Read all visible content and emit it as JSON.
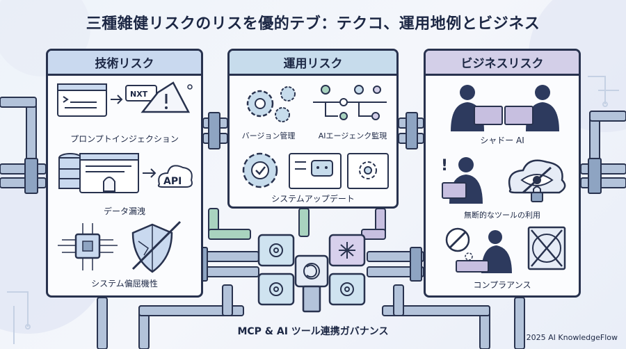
{
  "title": "三種雑健リスクのリスを優的テブ：テクコ、運用地例とビジネス",
  "panels": {
    "tech": {
      "header": "技術リスク",
      "items": [
        "プロンプトインジェクション",
        "データ漏洩",
        "システム偏屈機性"
      ],
      "badges": {
        "nxt": "NXT",
        "api": "API"
      }
    },
    "ops": {
      "header": "運用リスク",
      "items": [
        "バージョン管理",
        "AIエージェンク監現",
        "システムアップデート"
      ]
    },
    "biz": {
      "header": "ビジネスリスク",
      "items": [
        "シャドー AI",
        "無断的なツールの利用",
        "コンプラアンス"
      ]
    }
  },
  "footer_label": "MCP & AI ツール連携ガバナンス",
  "credit": "2025 AI KnowledgeFlow",
  "colors": {
    "outline": "#28324e",
    "tech_header": "#c9d9ef",
    "ops_header": "#c7dcec",
    "biz_header": "#d3cfe8",
    "pipe": "#9fb2cc",
    "pipe_green": "#a9d3bf"
  }
}
